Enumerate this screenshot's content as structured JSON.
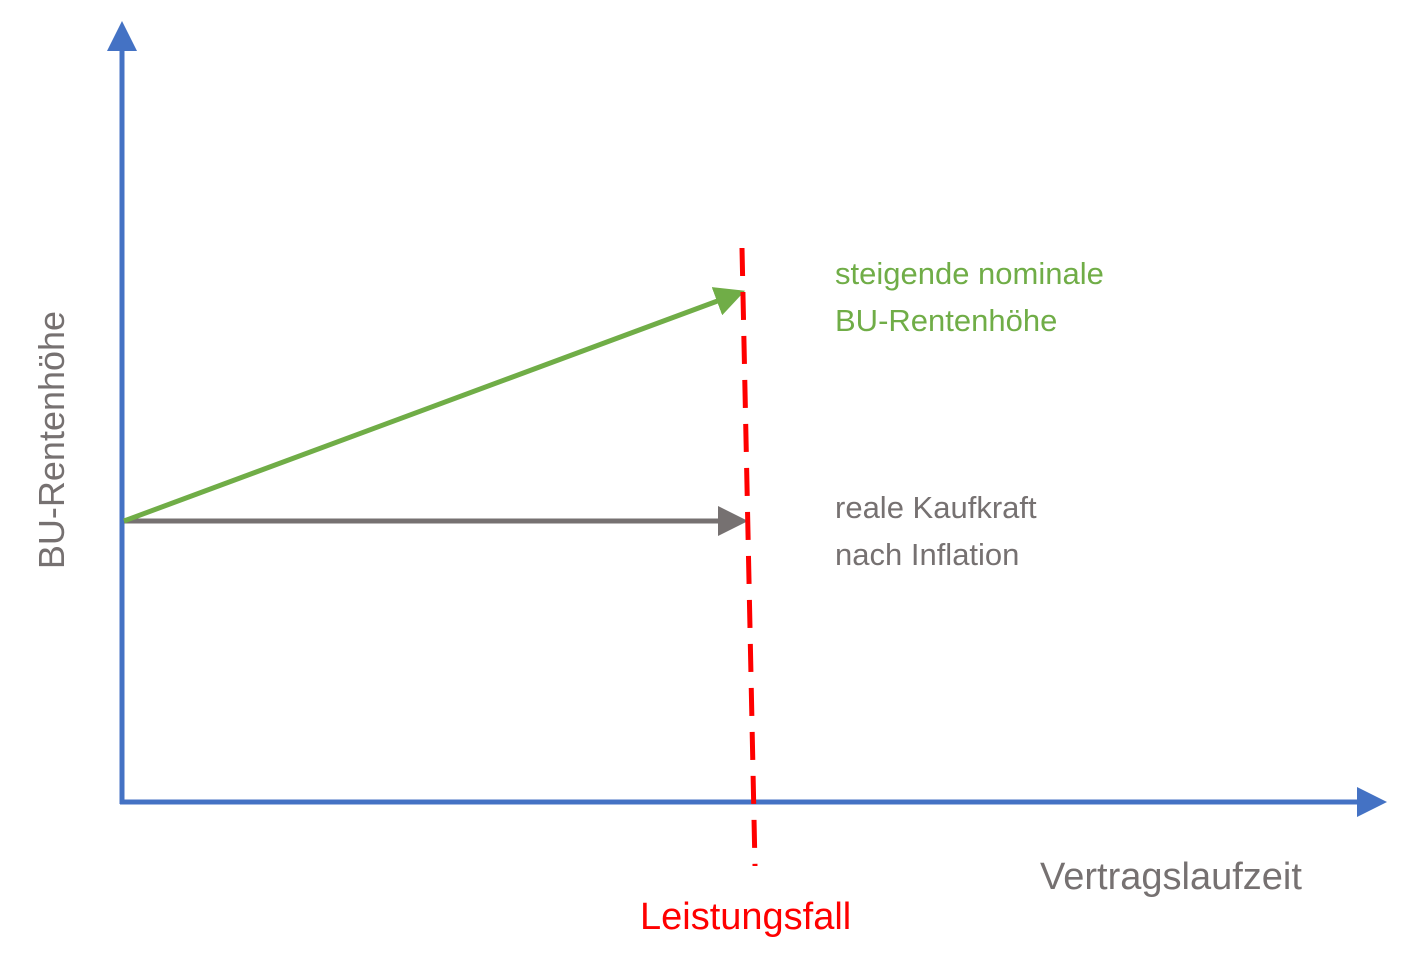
{
  "colors": {
    "axis": "#4472C4",
    "nominal": "#70AD47",
    "real": "#767171",
    "event": "#FF0000",
    "axis_label": "#767171"
  },
  "axes": {
    "y_label": "BU-Rentenhöhe",
    "x_label": "Vertragslaufzeit"
  },
  "event": {
    "label": "Leistungsfall"
  },
  "nominal": {
    "line1": "steigende nominale",
    "line2": "BU-Rentenhöhe"
  },
  "real": {
    "line1": "reale Kaufkraft",
    "line2": "nach Inflation"
  }
}
